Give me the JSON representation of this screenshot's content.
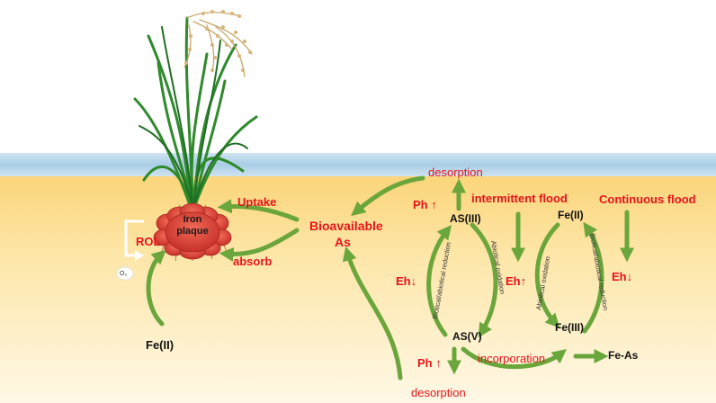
{
  "labels": {
    "desorption_top": "desorption",
    "desorption_bottom": "desorption",
    "uptake": "Uptake",
    "absorb": "absorb",
    "iron_plaque": "Iron plaque",
    "rol": "ROL",
    "o2": "O₂",
    "fe2_root": "Fe(II)",
    "bioavailable": "Bioavailable",
    "bioavailable_as": "As",
    "ph_top": "Ph",
    "ph_bottom": "Ph",
    "intermittent_flood": "intermittent flood",
    "continuous_flood": "Continuous flood",
    "as3": "AS(III)",
    "as5": "AS(V)",
    "fe2_cycle": "Fe(II)",
    "fe3_cycle": "Fe(III)",
    "eh_left": "Eh",
    "eh_mid": "Eh",
    "eh_right": "Eh",
    "bio_abio_reduction_left": "Biotical/abiotical reduction",
    "abiotical_oxidation_left": "Abiotical oxidation",
    "abiotical_oxidation_right": "Abiotical oxidation",
    "bio_abio_reduction_right": "Biotical/abiotical reduction",
    "incorporation": "incorporation",
    "fe_as": "Fe-As",
    "up_arrow": "↑",
    "down_arrow": "↓"
  },
  "colors": {
    "arrow_green": "#6aa63b",
    "text_red": "#e8141b",
    "water_blue": "#b8d6ea",
    "soil_top": "#fbdc87",
    "soil_bottom": "#fff6dd",
    "plaque_red": "#e0483c"
  }
}
